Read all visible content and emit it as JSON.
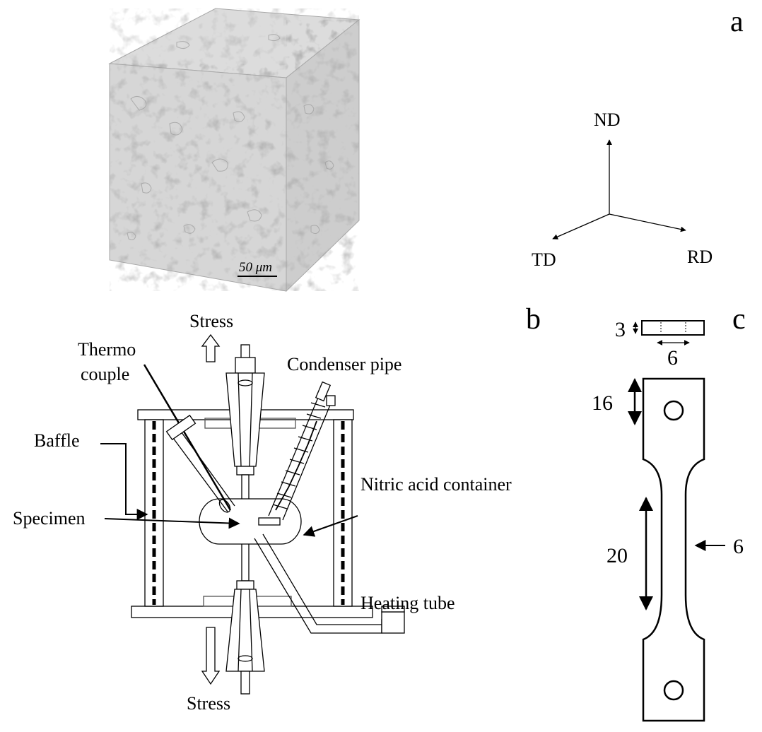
{
  "panels": {
    "a": "a",
    "b": "b",
    "c": "c"
  },
  "micrograph": {
    "scale_bar": "50 μm"
  },
  "axes": {
    "nd": "ND",
    "td": "TD",
    "rd": "RD"
  },
  "apparatus": {
    "stress_top": "Stress",
    "stress_bottom": "Stress",
    "thermo_line1": "Thermo",
    "thermo_line2": "couple",
    "condenser": "Condenser pipe",
    "baffle": "Baffle",
    "nitric": "Nitric acid container",
    "specimen": "Specimen",
    "heating": "Heating tube"
  },
  "specimen_dims": {
    "thickness": "3",
    "top_width": "6",
    "grip_length": "16",
    "gauge_length": "20",
    "gauge_width": "6"
  }
}
